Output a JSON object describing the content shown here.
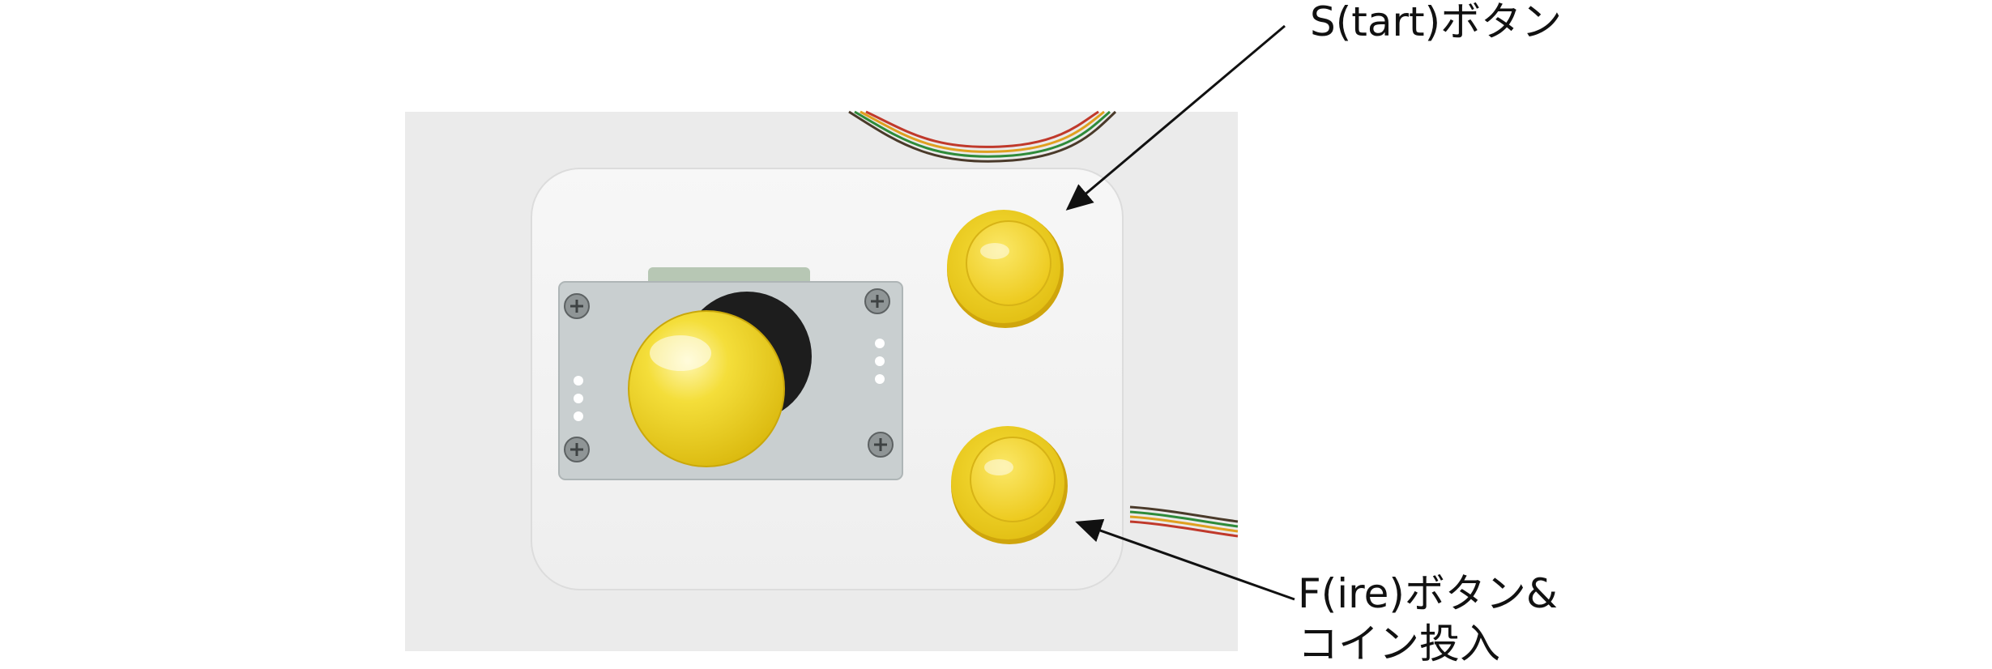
{
  "annotations": {
    "start_button_label": "S(tart)ボタン",
    "fire_button_label_line1": "F(ire)ボタン&",
    "fire_button_label_line2": "コイン投入"
  },
  "colors": {
    "photo_background": "#ebebeb",
    "controller_base": "#f4f4f4",
    "button_yellow": "#f2d21a",
    "joystick_plate": "#c9cfd0",
    "arrow": "#111111"
  }
}
